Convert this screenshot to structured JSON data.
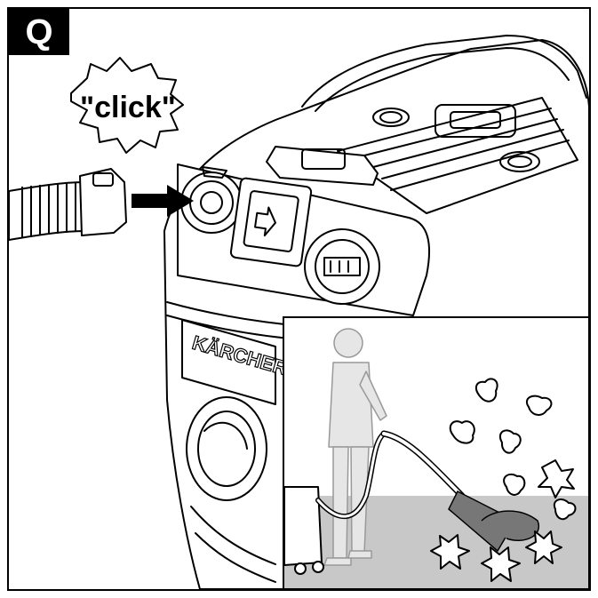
{
  "step": {
    "label": "Q"
  },
  "callout": {
    "text": "\"click\""
  },
  "brand": {
    "text": "KÄRCHER"
  },
  "colors": {
    "line": "#000000",
    "floor": "#c8c8c8",
    "person": "#e6e6e6",
    "badge": "#000000"
  },
  "icons": [
    "hose-connector-icon",
    "power-socket-icon",
    "filter-knob-icon",
    "arrow-right-icon",
    "leaf-icon"
  ]
}
